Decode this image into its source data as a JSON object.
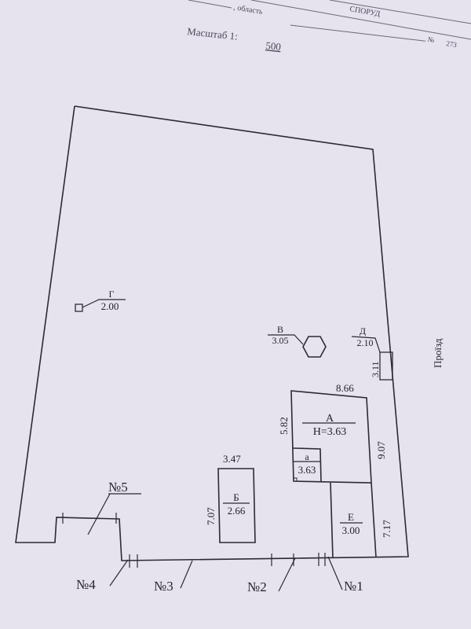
{
  "header": {
    "title_fragment": "СПОРУД",
    "region_label": ", область",
    "number_label": ", №",
    "number_value": "273",
    "scale_label": "Масштаб 1:",
    "scale_value": "500"
  },
  "road_label": "Проїзд",
  "buildings": {
    "A": {
      "letter": "А",
      "height": "H=3.63",
      "width_dim": "8.66",
      "left_dim": "5.82",
      "right_dim": "9.07"
    },
    "a": {
      "letter": "а",
      "height": "3.63"
    },
    "B": {
      "letter": "Б",
      "height": "2.66",
      "top_dim": "3.47",
      "side_dim": "7.07"
    },
    "V": {
      "letter": "В",
      "height": "3.05"
    },
    "G": {
      "letter": "Г",
      "height": "2.00"
    },
    "D": {
      "letter": "Д",
      "height": "2.10",
      "side_dim": "3.11"
    },
    "E": {
      "letter": "Е",
      "height": "3.00",
      "side_dim": "7.17"
    }
  },
  "gates": [
    "№1",
    "№2",
    "№3",
    "№4",
    "№5"
  ],
  "colors": {
    "paper": "#e6e2ee",
    "ink": "#2b2a36"
  }
}
